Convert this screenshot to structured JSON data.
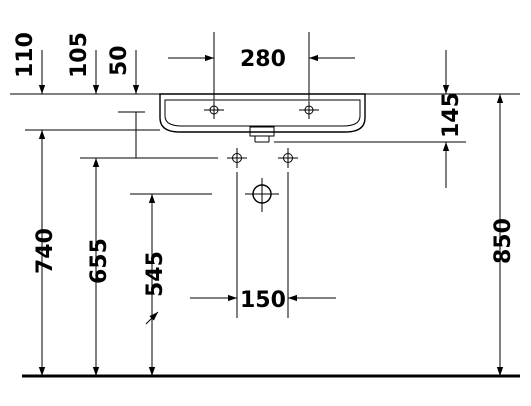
{
  "dimensions": {
    "top_110": "110",
    "top_105": "105",
    "top_50": "50",
    "width_280": "280",
    "right_145": "145",
    "left_740": "740",
    "left_655": "655",
    "left_545": "545",
    "bottom_150": "150",
    "right_850": "850"
  },
  "colors": {
    "line": "#000000",
    "background": "#ffffff"
  }
}
